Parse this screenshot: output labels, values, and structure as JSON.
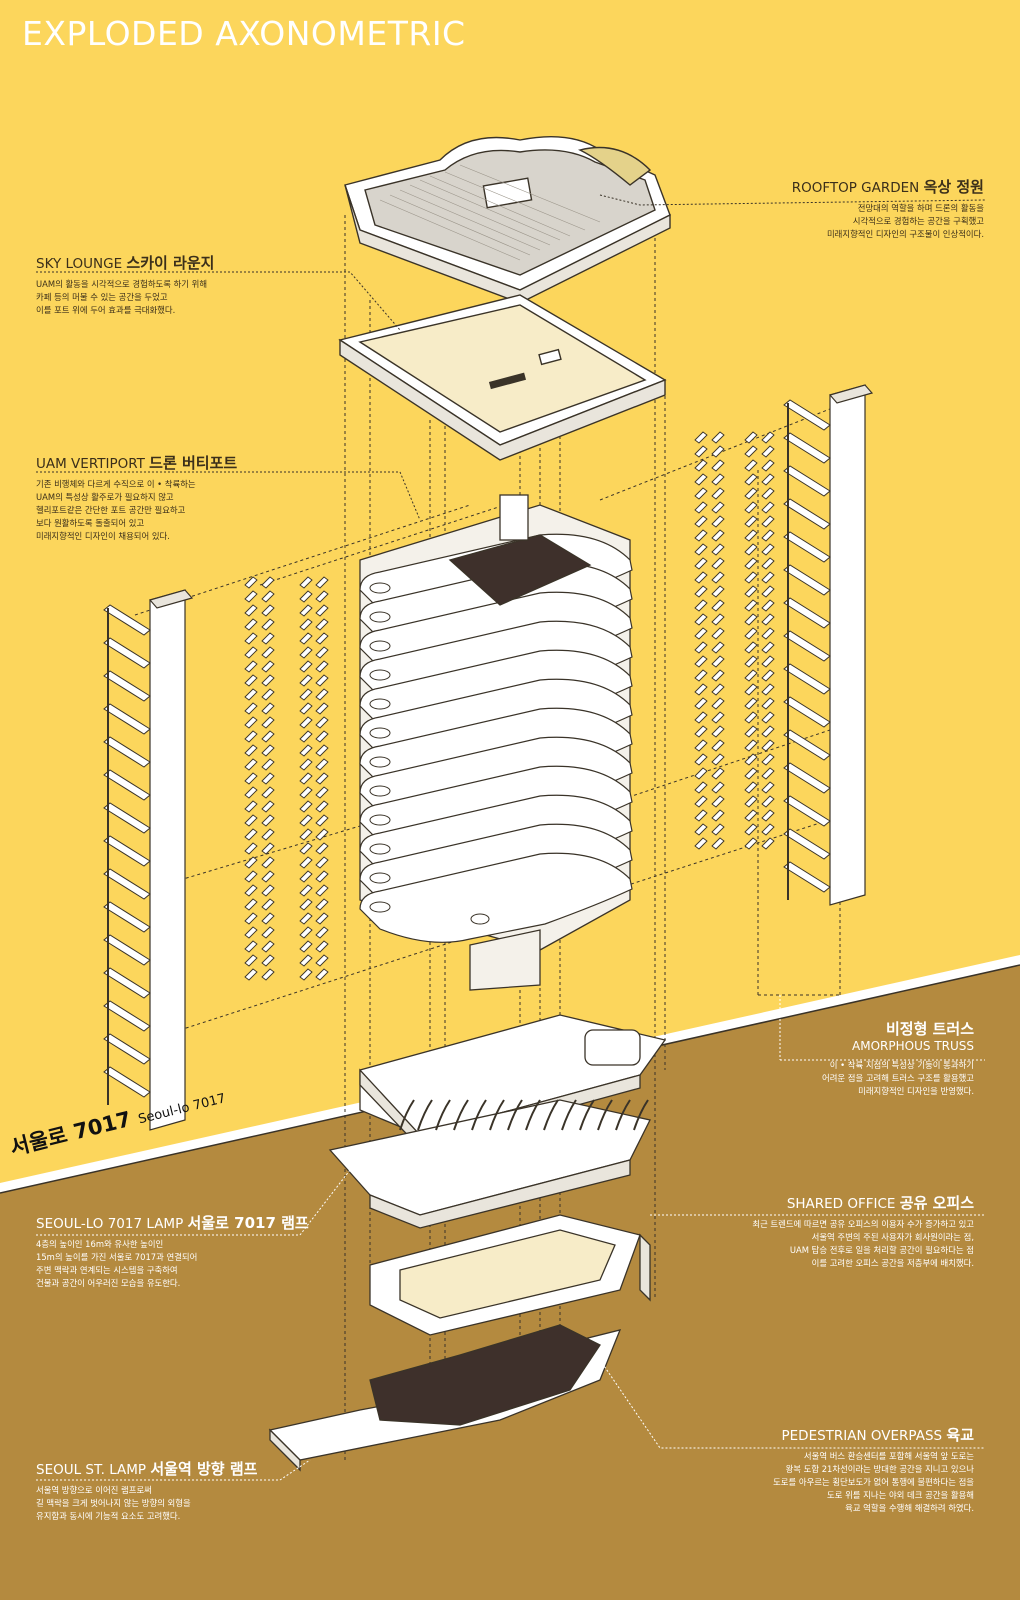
{
  "title": "EXPLODED AXONOMETRIC",
  "colors": {
    "background_top": "#fcd65c",
    "background_bottom": "#b48a3f",
    "line": "#3a3328",
    "dark_fill": "#3e302b"
  },
  "rooftop": {
    "en": "ROOFTOP GARDEN",
    "ko": "옥상 정원",
    "desc": [
      "전망대의 역할을 하며 드론의 활동을",
      "시각적으로 경험하는 공간을 구획했고",
      "미래지향적인 디자인의 구조물이 인상적이다."
    ]
  },
  "sky": {
    "en": "SKY LOUNGE",
    "ko": "스카이 라운지",
    "desc": [
      "UAM의 활동을 시각적으로 경험하도록 하기 위해",
      "카페 등의 머물 수 있는 공간을 두었고",
      "이를 포트 위에 두어 효과를 극대화했다."
    ]
  },
  "vertiport": {
    "en": "UAM VERTIPORT",
    "ko": "드론 버티포트",
    "desc": [
      "기존 비행체와 다르게 수직으로 이 • 착륙하는",
      "UAM의 특성상 활주로가 필요하지 않고",
      "헬리포트같은 간단한 포트 공간만 필요하고",
      "보다 원활하도록 돌출되어 있고",
      "미래지향적인 디자인이 채용되어 있다."
    ]
  },
  "truss": {
    "ko": "비정형 트러스",
    "en": "AMORPHOUS TRUSS",
    "desc": [
      "이 • 착륙 지점의 특성상 기둥이 통과하기",
      "어려운 점을 고려해 트러스 구조를 활용했고",
      "미래지향적인 디자인을 반영했다."
    ]
  },
  "seoullo": {
    "ko": "서울로 7017",
    "en": "Seoul-lo 7017"
  },
  "lamp": {
    "en": "SEOUL-LO 7017 LAMP",
    "ko": "서울로 7017 램프",
    "desc": [
      "4층의 높이인 16m와 유사한 높이인",
      "15m의 높이를 가진 서울로 7017과 연결되어",
      "주변 맥락과 연계되는 시스템을 구축하여",
      "건물과 공간이 어우러진 모습을 유도한다."
    ]
  },
  "office": {
    "en": "SHARED OFFICE",
    "ko": "공유 오피스",
    "desc": [
      "최근 트렌드에 따르면 공유 오피스의 이용자 수가 증가하고 있고",
      "서울역 주변의 주된 사용자가 회사원이라는 점,",
      "UAM 탑승 전후로 일을 처리할 공간이 필요하다는 점",
      "이를 고려한 오피스 공간을 저층부에 배치했다."
    ]
  },
  "overpass": {
    "en": "PEDESTRIAN OVERPASS",
    "ko": "육교",
    "desc": [
      "서울역 버스 환승센터를 포함해 서울역 앞 도로는",
      "왕복 도합 21차선이라는 방대한 공간을 지니고 있으나",
      "도로를 아우르는 횡단보도가 없어 통행에 불편하다는 점을",
      "도로 위를 지나는 야외 데크 공간을 활용해",
      "육교 역할을 수행해 해결하려 하였다."
    ]
  },
  "station": {
    "en": "SEOUL ST. LAMP",
    "ko": "서울역 방향 램프",
    "desc": [
      "서울역 방향으로 이어진 램프로써",
      "길 맥락을 크게 벗어나지 않는 방향의 외형을",
      "유지함과 동시에 기능적 요소도 고려했다."
    ]
  }
}
